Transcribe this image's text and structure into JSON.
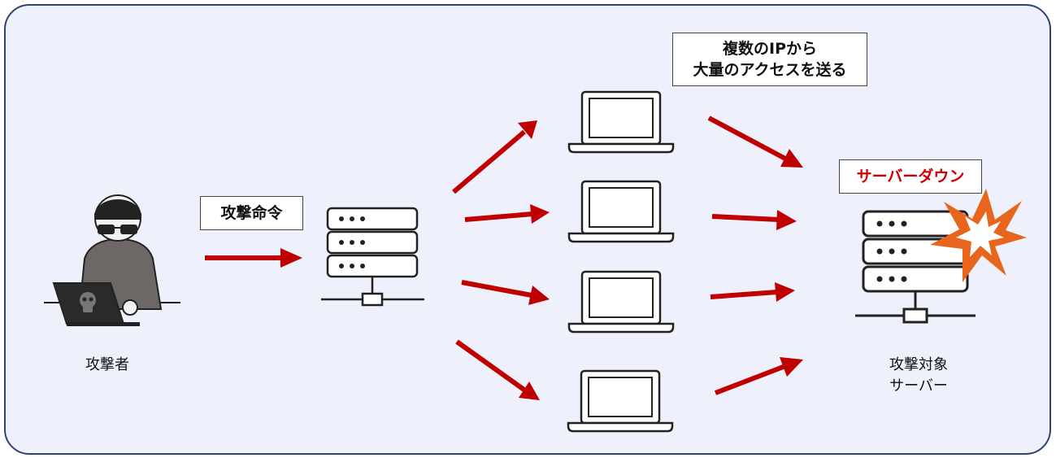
{
  "attacker_label": "攻撃者",
  "command_label": "攻撃命令",
  "bots_note_line1": "複数のIPから",
  "bots_note_line2": "大量のアクセスを送る",
  "server_down_label": "サーバーダウン",
  "target_label_line1": "攻撃対象",
  "target_label_line2": "サーバー",
  "colors": {
    "background": "#eef0fc",
    "frame_border": "#2e4470",
    "arrow": "#c00000",
    "server_down_text": "#cc0000",
    "explosion_outer": "#e8651e",
    "explosion_inner": "#ffffff"
  }
}
